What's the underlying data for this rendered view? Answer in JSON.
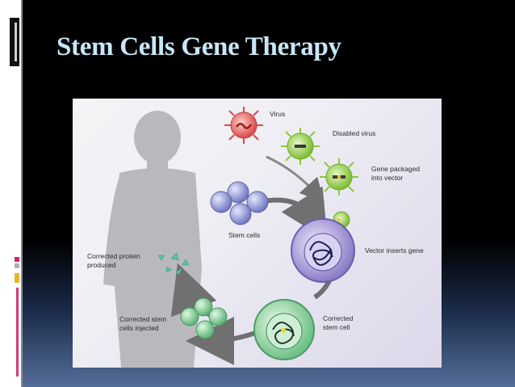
{
  "slide": {
    "title": "Stem Cells Gene Therapy",
    "title_color": "#c8e6f6"
  },
  "diagram": {
    "labels": {
      "virus": "Virus",
      "disabled_virus": "Disabled virus",
      "gene_packaged_1": "Gene packaged",
      "gene_packaged_2": "into vector",
      "stem_cells": "Stem cells",
      "vector_inserts_gene": "Vector inserts gene",
      "corrected_protein_1": "Corrected protein",
      "corrected_protein_2": "produced",
      "corrected_stem_cell_1": "Corrected",
      "corrected_stem_cell_2": "stem cell",
      "corrected_injected_1": "Corrected stem",
      "corrected_injected_2": "cells injected"
    },
    "colors": {
      "virus": "#d94a4a",
      "disabled_virus": "#8cc83c",
      "stem_cell": "#7d86cc",
      "vector_cell": "#8f7fc8",
      "corrected_cell": "#7cc89a",
      "protein": "#5cc0a8",
      "silhouette": "#b9b9bd"
    }
  }
}
